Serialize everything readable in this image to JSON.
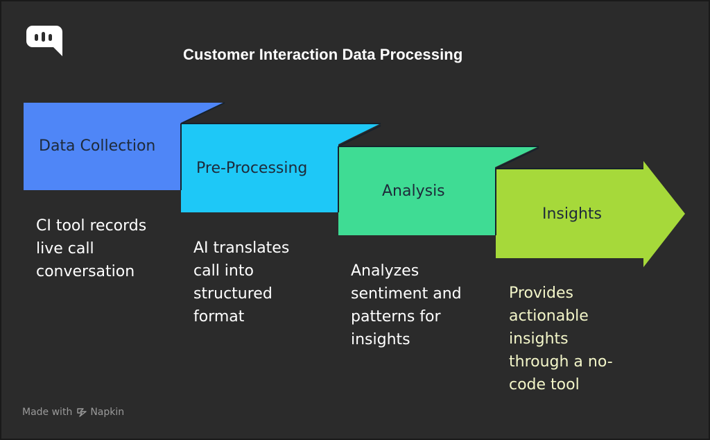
{
  "title": "Customer Interaction Data Processing",
  "logo_icon": "speech-bubble-waveform-icon",
  "steps": [
    {
      "label": "Data Collection",
      "color": "#4f86f7",
      "description": "CI tool records\nlive call\nconversation"
    },
    {
      "label": "Pre-Processing",
      "color": "#1ec8f7",
      "description": "AI translates\ncall into\nstructured\nformat"
    },
    {
      "label": "Analysis",
      "color": "#3fdc94",
      "description": "Analyzes\nsentiment and\npatterns for\ninsights"
    },
    {
      "label": "Insights",
      "color": "#a6d93a",
      "description": "Provides\nactionable\ninsights\nthrough a no-\ncode tool"
    }
  ],
  "colors": {
    "background": "#2b2b2b",
    "description_text": "#ffffff",
    "last_description_text": "#f3f6c9",
    "step_text": "#1e2a3a"
  },
  "footer": {
    "made_with": "Made with",
    "brand": "Napkin",
    "brand_icon": "napkin-icon"
  }
}
